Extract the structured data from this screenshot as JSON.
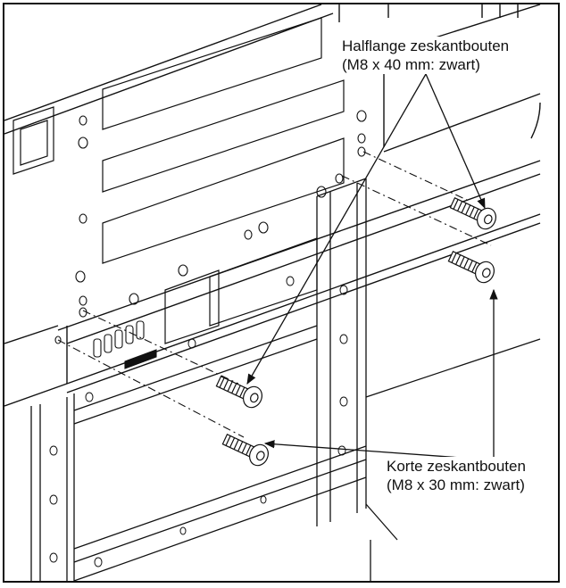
{
  "labels": {
    "half_flange_bolts": {
      "line1": "Halflange zeskantbouten",
      "line2": "(M8 x 40 mm: zwart)"
    },
    "short_bolts": {
      "line1": "Korte zeskantbouten",
      "line2": "(M8 x 30 mm: zwart)"
    }
  },
  "colors": {
    "line": "#111111",
    "bolt": "#333333",
    "background": "#ffffff"
  },
  "icons": [
    "bolt-icon",
    "arrow-icon"
  ]
}
